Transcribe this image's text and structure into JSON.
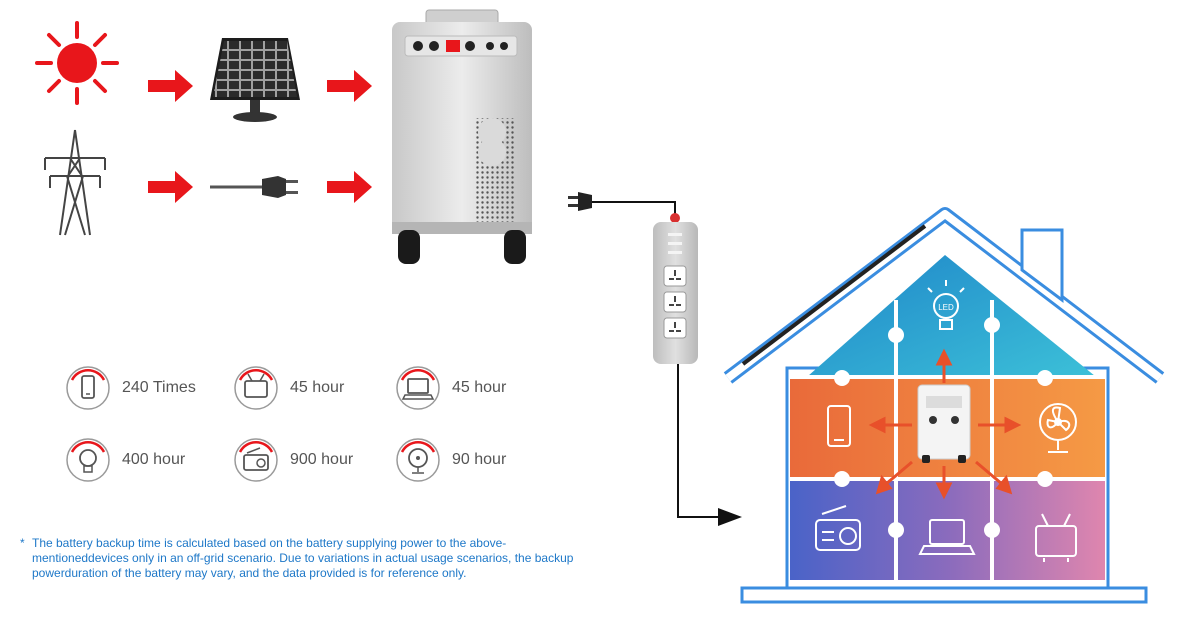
{
  "stats": [
    {
      "device": "phone",
      "icon": "phone-icon",
      "value": "240 Times"
    },
    {
      "device": "tv",
      "icon": "tv-icon",
      "value": "45 hour"
    },
    {
      "device": "laptop",
      "icon": "laptop-icon",
      "value": "45 hour"
    },
    {
      "device": "led",
      "icon": "led-bulb-icon",
      "value": "400 hour"
    },
    {
      "device": "radio",
      "icon": "radio-icon",
      "value": "900 hour"
    },
    {
      "device": "fan",
      "icon": "fan-icon",
      "value": "90 hour"
    }
  ],
  "note": {
    "marker": "*",
    "text": "The battery backup time is calculated based on the battery supplying power to the above-mentioneddevices only in an off-grid scenario. Due to variations in actual usage scenarios, the backup powerduration of the battery may vary, and the data provided is for reference only."
  },
  "led_label": "LED",
  "colors": {
    "arrow_red": "#e8161b",
    "house_blue": "#3a8de0",
    "tile_orange": "#ee7d3f",
    "tile_teal": "#2ea4c8",
    "tile_purple": "#7f67b8",
    "tile_pink": "#d37ca8",
    "note_blue": "#1e78c8",
    "badge_gray": "#9a9a9a"
  }
}
